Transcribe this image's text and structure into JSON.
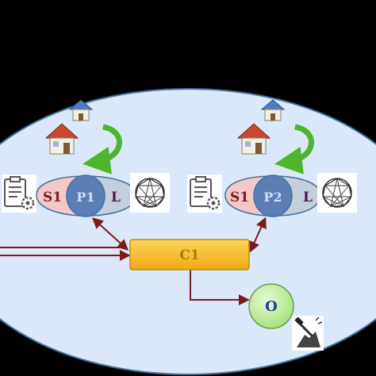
{
  "colors": {
    "background": "#000000",
    "system_fill": "#dae8fa",
    "system_stroke": "#41719c",
    "s_fill": "#f4c7c9",
    "s_text": "#7a1c20",
    "p_fill": "#5b7fb5",
    "p_text": "#cfe0ff",
    "l_fill": "#c5cfdc",
    "l_text": "#4b1a4a",
    "controller_fill": "#f7c23a",
    "controller_text": "#b07a00",
    "output_fill": "#c9f0a7",
    "output_text": "#1f3f9c",
    "arrow": "#7f1a1a",
    "cycle_arrow": "#4fb52d"
  },
  "left_group": {
    "s_label": "S1",
    "p_label": "P1",
    "l_label": "L",
    "icons": [
      "house-icon",
      "cycle-arrow-icon",
      "clipboard-gear-icon",
      "network-icon"
    ]
  },
  "right_group": {
    "s_label": "S1",
    "p_label": "P2",
    "l_label": "L",
    "icons": [
      "house-icon",
      "cycle-arrow-icon",
      "clipboard-gear-icon",
      "network-icon"
    ]
  },
  "controller": {
    "label": "C1"
  },
  "output": {
    "label": "O",
    "icon": "hammer-wall-icon"
  }
}
